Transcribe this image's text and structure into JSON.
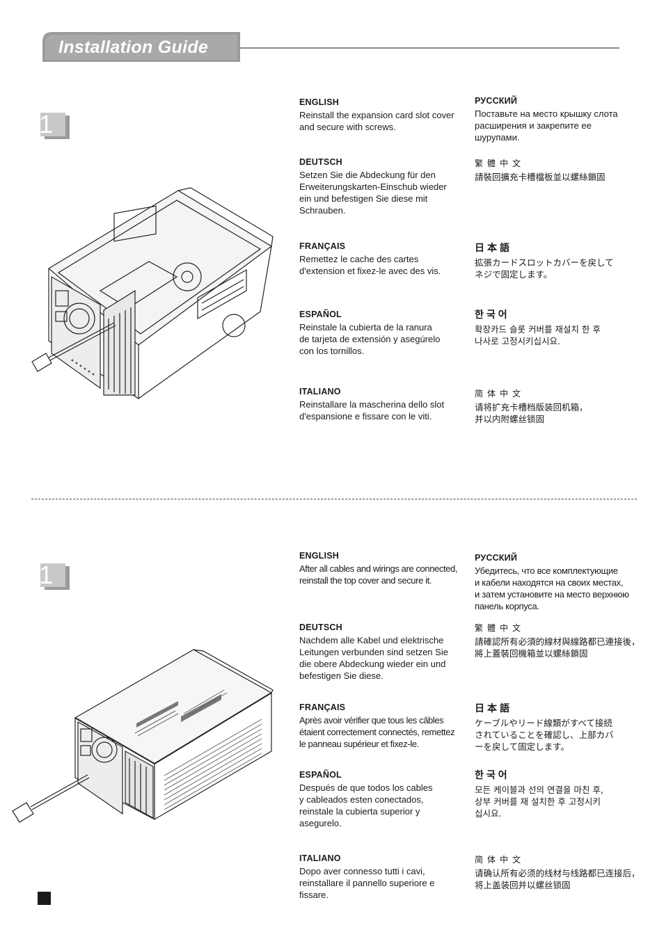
{
  "header": {
    "title": "Installation Guide"
  },
  "step_number": "1",
  "sections": [
    {
      "langs": {
        "english": {
          "heading": "ENGLISH",
          "text": "Reinstall the expansion card slot cover\nand secure with screws."
        },
        "russian": {
          "heading": "РУССКИЙ",
          "text": "Поставьте на место крышку слота\nрасширения и закрепите ее\nшурупами."
        },
        "deutsch": {
          "heading": "DEUTSCH",
          "text": "Setzen Sie die Abdeckung für den\nErweiterungskarten-Einschub wieder\nein und befestigen Sie diese mit\nSchrauben."
        },
        "trad_chinese": {
          "heading": "繁體中文",
          "text": "請裝回擴充卡槽檔板並以螺絲鎖固"
        },
        "francais": {
          "heading": "FRANÇAIS",
          "text": "Remettez le cache des cartes\nd'extension et fixez-le avec des vis."
        },
        "japanese": {
          "heading": "日本語",
          "text": "拡張カードスロットカバーを戻して\nネジで固定します。"
        },
        "espanol": {
          "heading": "ESPAÑOL",
          "text": "Reinstale la cubierta de la ranura\nde tarjeta de extensión y asegúrelo\ncon los tornillos."
        },
        "korean": {
          "heading": "한국어",
          "text": "확장카드 슬롯 커버를 재설치 한 후\n나사로 고정시키십시요."
        },
        "italiano": {
          "heading": "ITALIANO",
          "text": "Reinstallare la mascherina dello slot\nd'espansione e fissare con le viti."
        },
        "simp_chinese": {
          "heading": "简体中文",
          "text": "请将扩充卡槽档版装回机箱，\n并以内附螺丝锁固"
        }
      }
    },
    {
      "langs": {
        "english": {
          "heading": "ENGLISH",
          "text": "After all cables and wirings are connected,\nreinstall the top cover and secure it."
        },
        "russian": {
          "heading": "РУССКИЙ",
          "text": "Убедитесь, что все комплектующие\nи кабели находятся на своих местах,\nи затем установите на место верхнюю\nпанель корпуса."
        },
        "deutsch": {
          "heading": "DEUTSCH",
          "text": "Nachdem alle Kabel und elektrische\nLeitungen verbunden sind setzen Sie\ndie obere Abdeckung wieder ein und\nbefestigen Sie diese."
        },
        "trad_chinese": {
          "heading": "繁體中文",
          "text": "請確認所有必須的線材與線路都已連接後，\n將上蓋裝回機箱並以螺絲鎖固"
        },
        "francais": {
          "heading": "FRANÇAIS",
          "text": "Après avoir vérifier que tous les câbles\nétaient correctement connectés, remettez\nle panneau supérieur et fixez-le."
        },
        "japanese": {
          "heading": "日本語",
          "text": "ケーブルやリード線類がすべて接続\nされていることを確認し、上部カバ\nーを戻して固定します。"
        },
        "espanol": {
          "heading": "ESPAÑOL",
          "text": "Después de que todos los cables\ny cableados esten conectados,\nreinstale la cubierta superior y\nasegurelo."
        },
        "korean": {
          "heading": "한국어",
          "text": "모든 케이블과 선의 연결을 마친 후,\n상부 커버를 재 설치한 후 고정시키\n십시요."
        },
        "italiano": {
          "heading": "ITALIANO",
          "text": "Dopo aver connesso tutti i cavi,\nreinstallare il pannello superiore e\nfissare."
        },
        "simp_chinese": {
          "heading": "简体中文",
          "text": "请确认所有必须的线材与线路都已连接后，\n将上盖装回并以螺丝锁固"
        }
      }
    }
  ]
}
